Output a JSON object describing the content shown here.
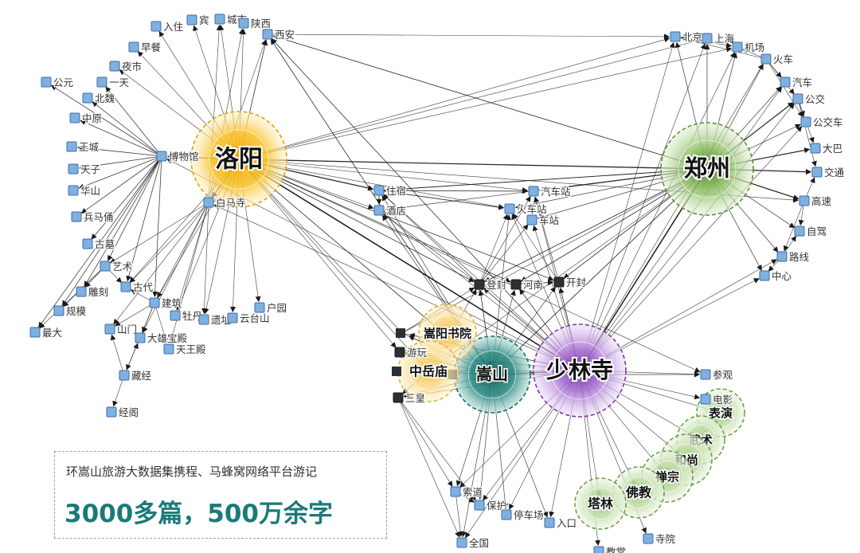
{
  "hubs": {
    "luoyang": {
      "label": "洛阳",
      "color": "#f5a800"
    },
    "zhengzhou": {
      "label": "郑州",
      "color": "#5a8c2c"
    },
    "shaolin": {
      "label": "少林寺",
      "color": "#7b35b0"
    },
    "songshan": {
      "label": "嵩山",
      "color": "#146f6a"
    },
    "songyang": {
      "label": "嵩阳书院",
      "color": "#f4c24a"
    },
    "zhongyue": {
      "label": "中岳庙",
      "color": "#f4c24a"
    },
    "biaoyan": {
      "label": "表演",
      "color": "#9cc67a"
    },
    "wushu": {
      "label": "武术",
      "color": "#9cc67a"
    },
    "heshang": {
      "label": "和尚",
      "color": "#9cc67a"
    },
    "chanzong": {
      "label": "禅宗",
      "color": "#9cc67a"
    },
    "fojiao": {
      "label": "佛教",
      "color": "#9cc67a"
    },
    "talin": {
      "label": "塔林",
      "color": "#9cc67a"
    }
  },
  "nodes": {
    "ruzhu": "入住",
    "bin": "宾",
    "chengshi": "城市",
    "shaanxi": "陕西",
    "xian": "西安",
    "zaocan": "早餐",
    "yeshi": "夜市",
    "yitian": "一天",
    "gongyuan": "公元",
    "beiwei": "北魏",
    "zhongyuan": "中原",
    "wangcheng": "王城",
    "tianzi": "天子",
    "huashan": "华山",
    "bingmayong": "兵马俑",
    "gumu": "古墓",
    "yishu": "艺术",
    "diaoke": "雕刻",
    "gudai": "古代",
    "guimo": "规模",
    "zuida": "最大",
    "jianzhu": "建筑",
    "mudan": "牡丹",
    "yizhi": "遗址",
    "shanmen": "山门",
    "daxiong": "大雄宝殿",
    "tianwang": "天王殿",
    "cangjing": "藏经",
    "jingge": "经阁",
    "bowuguan": "博物馆",
    "baimasi": "白马寺",
    "yunshan": "云台山",
    "huyuan": "户园",
    "zhusu": "住宿",
    "jiudian": "酒店",
    "qichezhan": "汽车站",
    "huochezhan": "火车站",
    "chezhan": "车站",
    "dengfeng": "登封",
    "henan": "河南",
    "kaifeng": "开封",
    "youwan": "游玩",
    "sanhuang": "三皇",
    "canguan": "参观",
    "dianying": "电影",
    "suodao": "索道",
    "baohu": "保护",
    "tingchechang": "停车场",
    "rukou": "入口",
    "quanguo": "全国",
    "jiaotang": "教堂",
    "siyuan": "寺院",
    "beijing": "北京",
    "shanghai": "上海",
    "jichang": "机场",
    "huoche": "火车",
    "qiche": "汽车",
    "gongjiao": "公交",
    "gongjiaoche": "公交车",
    "daba": "大巴",
    "jiaotong": "交通",
    "gaosu": "高速",
    "zijia": "自驾",
    "luxian": "路线",
    "zhongxin": "中心"
  },
  "caption": {
    "line1": "环嵩山旅游大数据集携程、马蜂窝网络平台游记",
    "line2": "3000多篇，500万余字"
  }
}
